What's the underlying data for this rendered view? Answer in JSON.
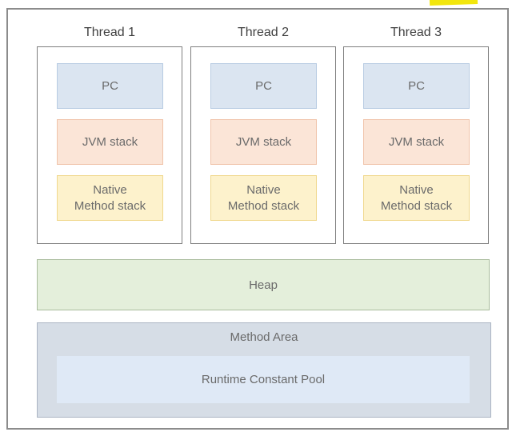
{
  "threads": [
    {
      "title": "Thread 1",
      "pc": "PC",
      "jvm_stack": "JVM stack",
      "native_method_stack": "Native\nMethod stack"
    },
    {
      "title": "Thread 2",
      "pc": "PC",
      "jvm_stack": "JVM stack",
      "native_method_stack": "Native\nMethod stack"
    },
    {
      "title": "Thread 3",
      "pc": "PC",
      "jvm_stack": "JVM stack",
      "native_method_stack": "Native\nMethod stack"
    }
  ],
  "heap": {
    "label": "Heap"
  },
  "method_area": {
    "label": "Method Area",
    "runtime_constant_pool": "Runtime Constant Pool"
  },
  "colors": {
    "highlight": "#f2e60d",
    "frame_border": "#8c8c8c",
    "thread_border": "#7f7f7f",
    "pc_fill": "#dbe5f1",
    "pc_border": "#b8cbe2",
    "jvm_stack_fill": "#fbe5d7",
    "jvm_stack_border": "#f0c4aa",
    "native_stack_fill": "#fdf2cc",
    "native_stack_border": "#f0d88e",
    "heap_fill": "#e4efdb",
    "heap_border": "#a9bb9d",
    "method_area_fill": "#d6dde6",
    "method_area_border": "#aab4c2",
    "runtime_constant_pool_fill": "#dfe9f6",
    "text": "#6a6a6a",
    "title_text": "#3f3f3f"
  }
}
